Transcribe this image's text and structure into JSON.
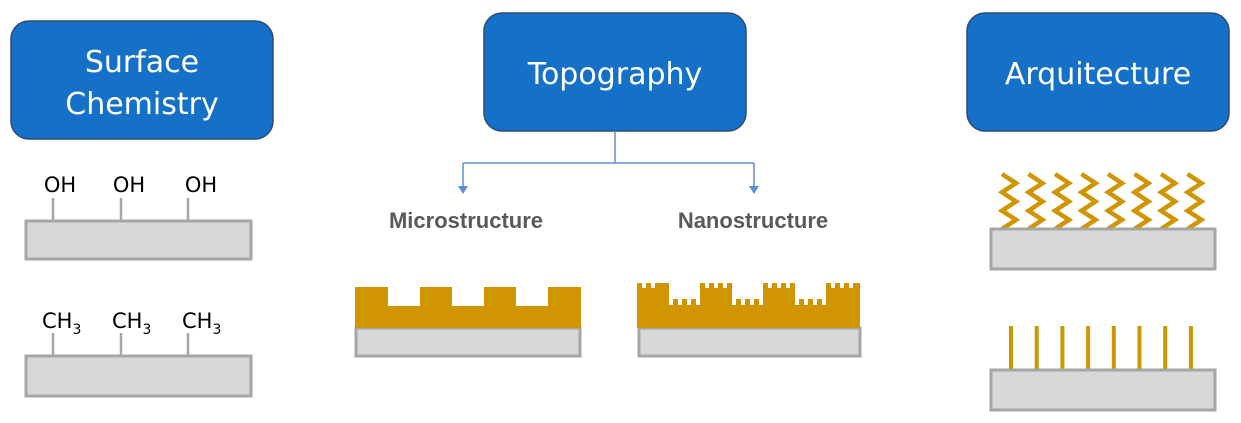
{
  "colors": {
    "box_fill": "#1570c8",
    "box_stroke": "#2b4a78",
    "substrate_fill": "#d8d8d8",
    "substrate_stroke": "#a6a6a6",
    "gold": "#d09500",
    "connector": "#5b8fd4",
    "struct_label": "#595959"
  },
  "surface_chemistry": {
    "title_line1": "Surface",
    "title_line2": "Chemistry",
    "hydroxyl_groups": [
      "OH",
      "OH",
      "OH"
    ],
    "methyl_groups": [
      {
        "base": "CH",
        "subscript": "3"
      },
      {
        "base": "CH",
        "subscript": "3"
      },
      {
        "base": "CH",
        "subscript": "3"
      }
    ]
  },
  "topography": {
    "title": "Topography",
    "microstructure_label": "Microstructure",
    "nanostructure_label": "Nanostructure"
  },
  "arquitecture": {
    "title": "Arquitecture",
    "zigzag_count": 8,
    "rod_count": 8
  }
}
